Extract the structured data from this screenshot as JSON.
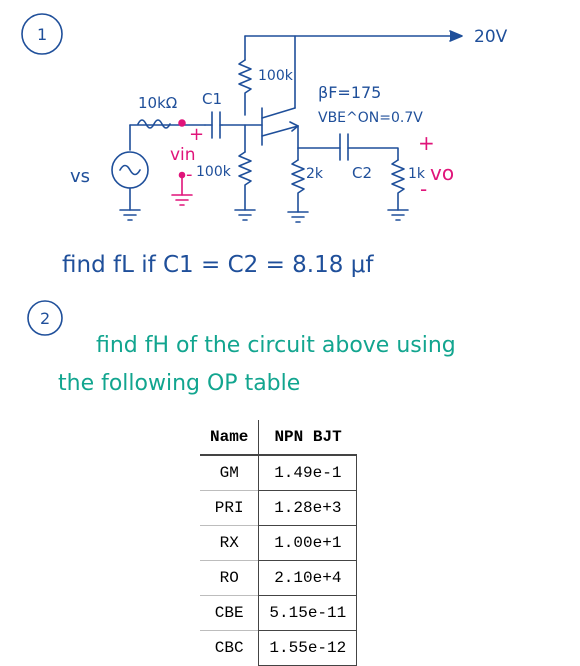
{
  "colors": {
    "ink": "#1f4f9a",
    "green": "#12a58f",
    "magenta": "#e0147a"
  },
  "problem1": {
    "number": "1",
    "supply": "20V",
    "r_top": "100k",
    "r_source": "10kΩ",
    "cap_c1": "C1",
    "beta": "βF=175",
    "vbe_on": "VBE^ON=0.7V",
    "r_bias": "100k",
    "r_emitter": "2k",
    "cap_c2": "C2",
    "r_load": "1k",
    "source_label": "vs",
    "vin_label": "vin",
    "vo_label": "vo",
    "plus": "+",
    "minus": "-",
    "question": "find fL if C1 = C2 = 8.18 μf"
  },
  "problem2": {
    "number": "2",
    "line1": "find fH of the circuit above using",
    "line2": "the following OP table"
  },
  "op_table": {
    "headers": [
      "Name",
      "NPN BJT"
    ],
    "rows": [
      {
        "name": "GM",
        "value": "1.49e-1"
      },
      {
        "name": "PRI",
        "value": "1.28e+3"
      },
      {
        "name": "RX",
        "value": "1.00e+1"
      },
      {
        "name": "RO",
        "value": "2.10e+4"
      },
      {
        "name": "CBE",
        "value": "5.15e-11"
      },
      {
        "name": "CBC",
        "value": "1.55e-12"
      }
    ]
  }
}
